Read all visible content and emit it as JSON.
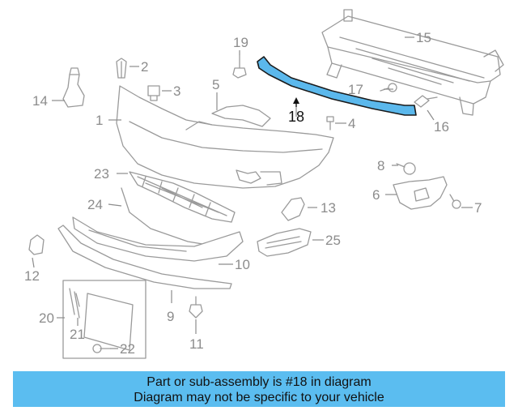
{
  "diagram": {
    "highlighted_part": "18",
    "callouts": [
      "1",
      "2",
      "3",
      "4",
      "5",
      "6",
      "7",
      "8",
      "9",
      "10",
      "11",
      "12",
      "13",
      "14",
      "15",
      "16",
      "17",
      "18",
      "19",
      "20",
      "21",
      "22",
      "23",
      "24",
      "25"
    ]
  },
  "banner": {
    "line1": "Part or sub-assembly is #18 in diagram",
    "line2": "Diagram may not be specific to your vehicle",
    "color": "#5bbdf0"
  },
  "colors": {
    "highlight": "#5bb8ec",
    "linework": "#9a9a9a"
  }
}
